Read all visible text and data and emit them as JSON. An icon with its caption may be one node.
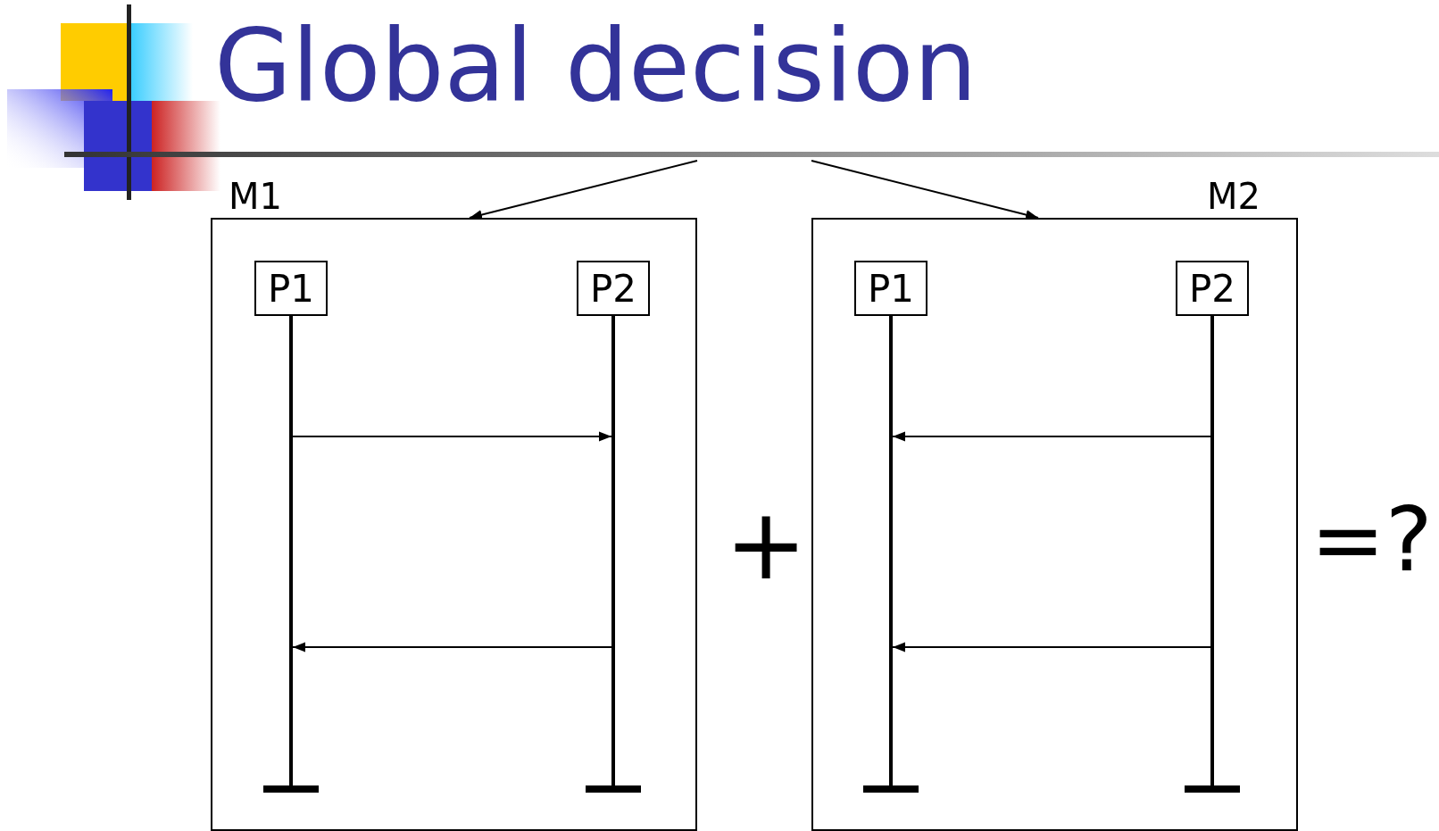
{
  "diagram": {
    "title": "Global decision",
    "nodes": [
      {
        "text": [
          "M1"
        ]
      },
      {
        "text": [
          "P1"
        ],
        "in": 0
      },
      {
        "text": [
          "P2"
        ],
        "in": 0
      },
      {
        "text": [
          "M2"
        ]
      },
      {
        "text": [
          "P1"
        ],
        "in": 3
      },
      {
        "text": [
          "P2"
        ],
        "in": 3
      }
    ],
    "edges": [
      {
        "from": null,
        "to": 0,
        "arrow": "to"
      },
      {
        "from": null,
        "to": 3,
        "arrow": "to"
      },
      {
        "from": 1,
        "to": 2,
        "arrow": "to"
      },
      {
        "from": 2,
        "to": 1,
        "arrow": "to"
      },
      {
        "from": 5,
        "to": 4,
        "arrow": "to"
      },
      {
        "from": 5,
        "to": 4,
        "arrow": "to"
      }
    ],
    "labels": [
      "+",
      "=?"
    ]
  }
}
